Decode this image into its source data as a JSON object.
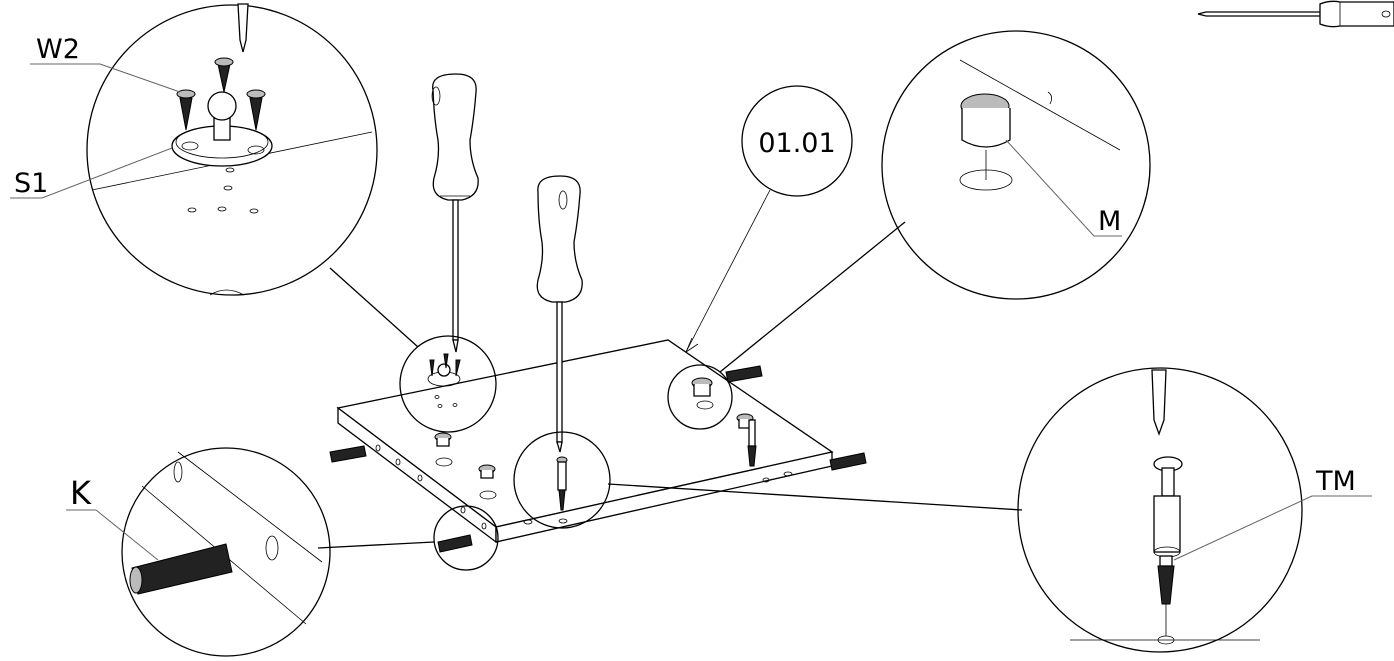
{
  "diagram": {
    "step_label": "01.01",
    "parts": {
      "w2": "W2",
      "s1": "S1",
      "m": "M",
      "k": "K",
      "tm": "TM"
    }
  }
}
